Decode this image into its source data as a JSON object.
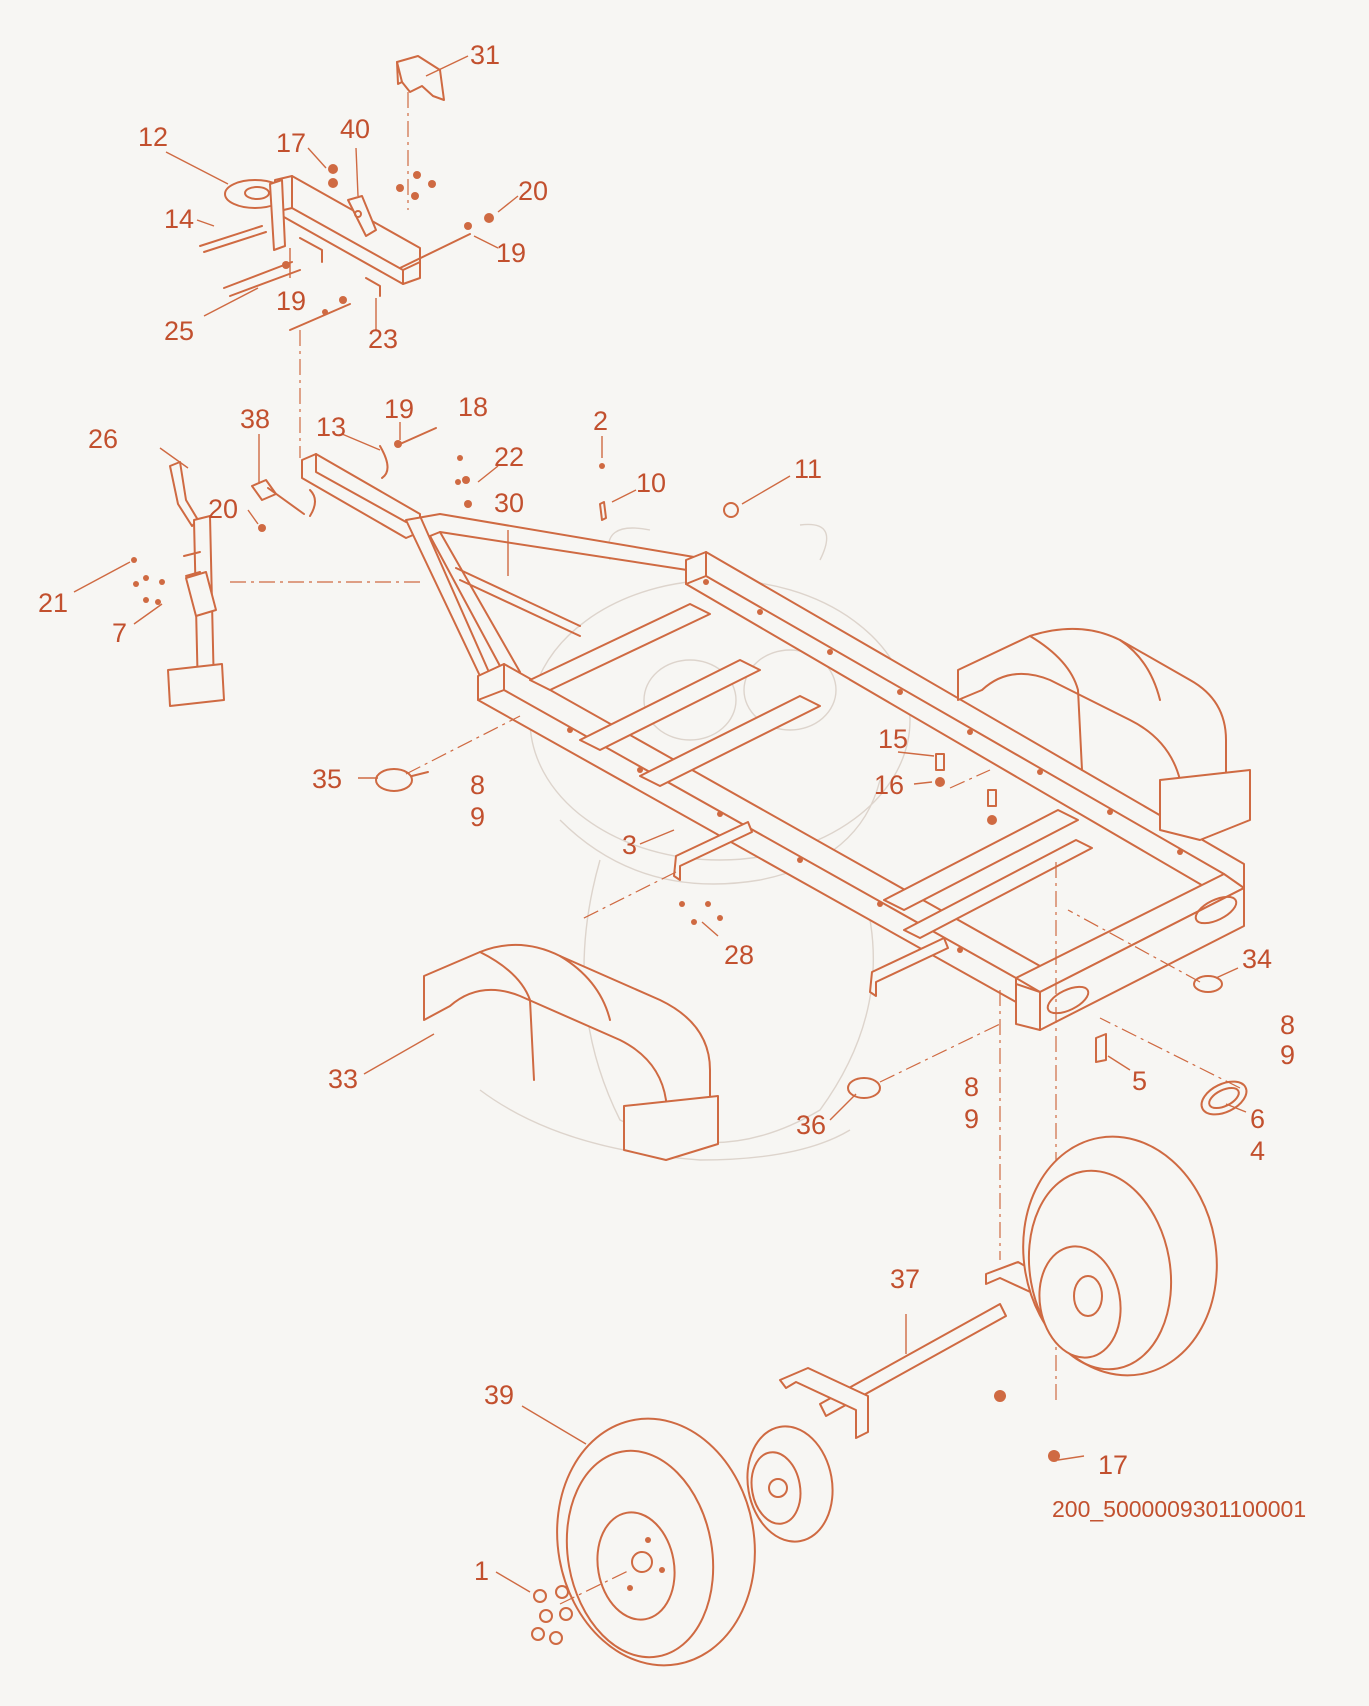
{
  "drawing_code": "200_5000009301100001",
  "callouts": [
    {
      "id": "c31",
      "label": "31"
    },
    {
      "id": "c12",
      "label": "12"
    },
    {
      "id": "c17a",
      "label": "17"
    },
    {
      "id": "c40",
      "label": "40"
    },
    {
      "id": "c20a",
      "label": "20"
    },
    {
      "id": "c14",
      "label": "14"
    },
    {
      "id": "c19a",
      "label": "19"
    },
    {
      "id": "c19b",
      "label": "19"
    },
    {
      "id": "c25",
      "label": "25"
    },
    {
      "id": "c23",
      "label": "23"
    },
    {
      "id": "c38",
      "label": "38"
    },
    {
      "id": "c13",
      "label": "13"
    },
    {
      "id": "c19c",
      "label": "19"
    },
    {
      "id": "c18",
      "label": "18"
    },
    {
      "id": "c26",
      "label": "26"
    },
    {
      "id": "c22",
      "label": "22"
    },
    {
      "id": "c2",
      "label": "2"
    },
    {
      "id": "c10",
      "label": "10"
    },
    {
      "id": "c11",
      "label": "11"
    },
    {
      "id": "c30",
      "label": "30"
    },
    {
      "id": "c20b",
      "label": "20"
    },
    {
      "id": "c21",
      "label": "21"
    },
    {
      "id": "c7",
      "label": "7"
    },
    {
      "id": "c35",
      "label": "35"
    },
    {
      "id": "c8a",
      "label": "8"
    },
    {
      "id": "c9a",
      "label": "9"
    },
    {
      "id": "c15",
      "label": "15"
    },
    {
      "id": "c16",
      "label": "16"
    },
    {
      "id": "c3",
      "label": "3"
    },
    {
      "id": "c28",
      "label": "28"
    },
    {
      "id": "c34",
      "label": "34"
    },
    {
      "id": "c8b",
      "label": "8"
    },
    {
      "id": "c9b",
      "label": "9"
    },
    {
      "id": "c33",
      "label": "33"
    },
    {
      "id": "c5",
      "label": "5"
    },
    {
      "id": "c8c",
      "label": "8"
    },
    {
      "id": "c9c",
      "label": "9"
    },
    {
      "id": "c6",
      "label": "6"
    },
    {
      "id": "c4",
      "label": "4"
    },
    {
      "id": "c36",
      "label": "36"
    },
    {
      "id": "c37",
      "label": "37"
    },
    {
      "id": "c39",
      "label": "39"
    },
    {
      "id": "c17b",
      "label": "17"
    },
    {
      "id": "c1",
      "label": "1"
    }
  ]
}
